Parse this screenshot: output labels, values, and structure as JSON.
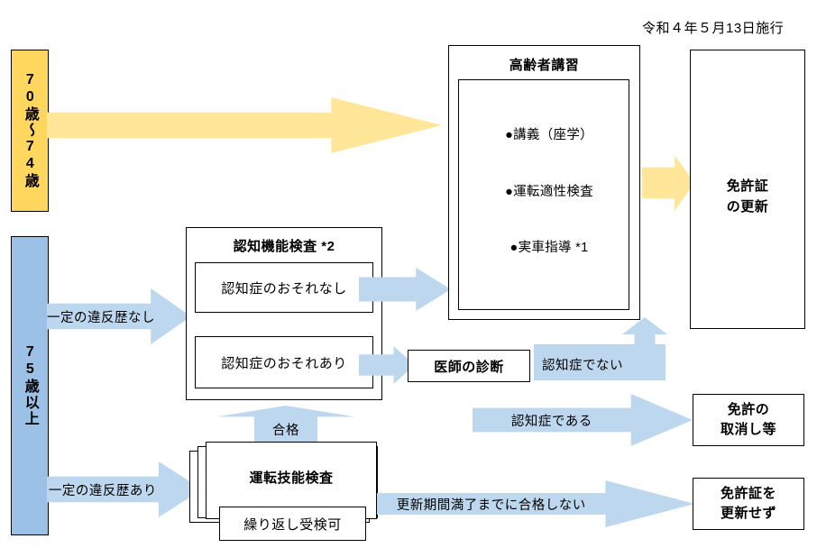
{
  "header": {
    "note": "令和４年５月13日施行"
  },
  "age_groups": [
    {
      "id": "age-70-74",
      "label": "70歳〜74歳",
      "color": "#FFD75E"
    },
    {
      "id": "age-75-plus",
      "label": "75歳以上",
      "color": "#9BC2E6"
    }
  ],
  "boxes": {
    "elderly_course": {
      "title": "高齢者講習",
      "items": [
        "●講義（座学）",
        "●運転適性検査",
        "●実車指導 *1"
      ]
    },
    "cognitive_test": {
      "title": "認知機能検査 *2",
      "results": [
        {
          "id": "no-dementia-risk",
          "label": "認知症のおそれなし"
        },
        {
          "id": "dementia-risk",
          "label": "認知症のおそれあり"
        }
      ]
    },
    "doctor_diagnosis": {
      "label": "医師の診断"
    },
    "driving_skill_test": {
      "label": "運転技能検査",
      "retake": "繰り返し受検可"
    },
    "license_renewal": {
      "label": "免許証\nの更新",
      "line1": "免許証",
      "line2": "の更新"
    },
    "license_revocation": {
      "label": "免許の\n取消し等",
      "line1": "免許の",
      "line2": "取消し等"
    },
    "license_not_renewed": {
      "label": "免許証を\n更新せず",
      "line1": "免許証を",
      "line2": "更新せず"
    }
  },
  "arrows": {
    "no_violation_history": "一定の違反歴なし",
    "has_violation_history": "一定の違反歴あり",
    "pass": "合格",
    "not_dementia": "認知症でない",
    "is_dementia": "認知症である",
    "fail_before_expiry": "更新期間満了までに合格しない"
  },
  "colors": {
    "yellow_fill": "#FFD75E",
    "yellow_arrow": "#FFE699",
    "blue_fill": "#9BC2E6",
    "blue_arrow": "#BDD7EE",
    "outline": "#000000"
  }
}
